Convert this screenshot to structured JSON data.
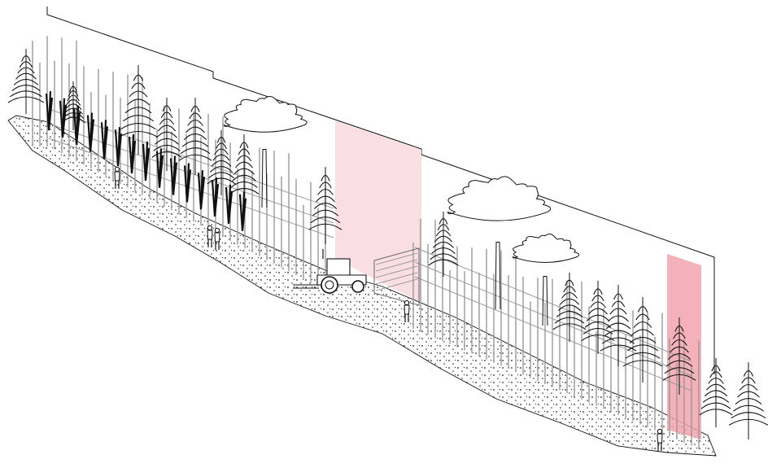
{
  "figure": {
    "kind": "axonometric site section drawing",
    "background": "#ffffff",
    "line_color": "#111111",
    "structure_color": "#9a9a9a",
    "highlight_color_light": "#f9dde1",
    "highlight_color_strong": "#f2a3ad",
    "highlight_zones": 2,
    "people": 5,
    "tractor": 1
  }
}
